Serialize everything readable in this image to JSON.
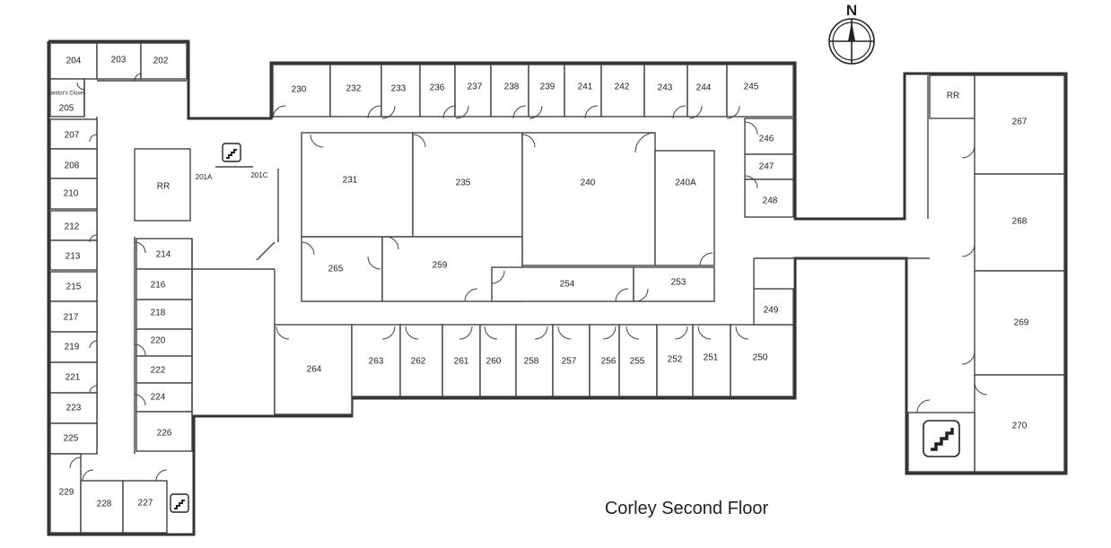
{
  "map": {
    "title": "Corley Second Floor",
    "compass_label": "N",
    "rooms": {
      "r204": "204",
      "r203": "203",
      "r202": "202",
      "r205_note": "Janitor's Closet",
      "r205": "205",
      "r207": "207",
      "r208": "208",
      "r210": "210",
      "r212": "212",
      "r213": "213",
      "r215": "215",
      "r217": "217",
      "r219": "219",
      "r221": "221",
      "r223": "223",
      "r225": "225",
      "r229": "229",
      "r228": "228",
      "r227": "227",
      "r226": "226",
      "r224": "224",
      "r222": "222",
      "r220": "220",
      "r218": "218",
      "r216": "216",
      "r214": "214",
      "rr_west": "RR",
      "r201a": "201A",
      "r201c": "201C",
      "r230": "230",
      "r232": "232",
      "r233": "233",
      "r236": "236",
      "r237": "237",
      "r238": "238",
      "r239": "239",
      "r241": "241",
      "r242": "242",
      "r243": "243",
      "r244": "244",
      "r245": "245",
      "r246": "246",
      "r247": "247",
      "r248": "248",
      "r231": "231",
      "r235": "235",
      "r240": "240",
      "r240a": "240A",
      "r265": "265",
      "r259": "259",
      "r254": "254",
      "r253": "253",
      "r249": "249",
      "r264": "264",
      "r263": "263",
      "r262": "262",
      "r261": "261",
      "r260": "260",
      "r258": "258",
      "r257": "257",
      "r256": "256",
      "r255": "255",
      "r252": "252",
      "r251": "251",
      "r250": "250",
      "rr_east": "RR",
      "r267": "267",
      "r268": "268",
      "r269": "269",
      "r270": "270"
    },
    "icons": {
      "stairs": "stairs-icon",
      "compass": "compass-icon"
    }
  }
}
